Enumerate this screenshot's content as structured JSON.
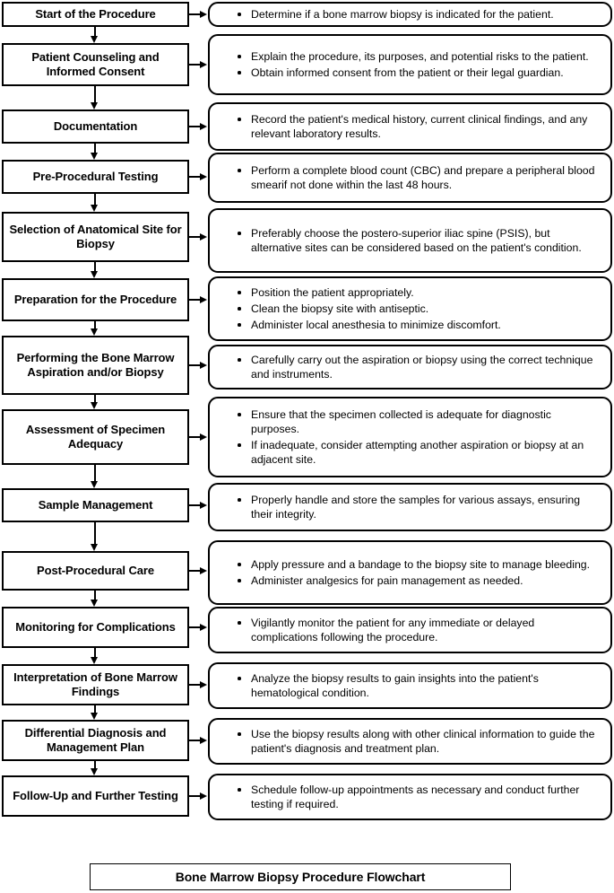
{
  "chart_data": {
    "type": "diagram",
    "title": "Bone Marrow Biopsy Procedure Flowchart",
    "orientation": "vertical",
    "node_count": 14
  },
  "footer": {
    "title": "Bone Marrow Biopsy Procedure Flowchart"
  },
  "steps": [
    {
      "label": "Start of the Procedure",
      "bullets": [
        "Determine if a bone marrow biopsy is indicated for the patient."
      ]
    },
    {
      "label": "Patient Counseling and Informed Consent",
      "bullets": [
        "Explain the procedure, its purposes, and potential risks to the patient.",
        "Obtain informed consent from the patient or their legal guardian."
      ]
    },
    {
      "label": "Documentation",
      "bullets": [
        "Record the patient's medical history, current clinical findings, and any relevant laboratory results."
      ]
    },
    {
      "label": "Pre-Procedural Testing",
      "bullets": [
        "Perform a complete blood count (CBC) and prepare a peripheral blood smearif not done within the last 48 hours."
      ]
    },
    {
      "label": "Selection of Anatomical Site for Biopsy",
      "bullets": [
        "Preferably choose the postero-superior iliac spine (PSIS), but alternative sites can be considered based on the patient's condition."
      ]
    },
    {
      "label": "Preparation for the Procedure",
      "bullets": [
        "Position the patient appropriately.",
        "Clean the biopsy site with antiseptic.",
        "Administer local anesthesia to minimize discomfort."
      ]
    },
    {
      "label": "Performing the Bone Marrow Aspiration and/or Biopsy",
      "bullets": [
        "Carefully carry out the aspiration or biopsy using the correct technique and instruments."
      ]
    },
    {
      "label": "Assessment of Specimen Adequacy",
      "bullets": [
        "Ensure that the specimen collected is adequate for diagnostic purposes.",
        "If inadequate, consider attempting another aspiration or biopsy at an adjacent site."
      ]
    },
    {
      "label": "Sample Management",
      "bullets": [
        "Properly handle and store the samples for various assays, ensuring their integrity."
      ]
    },
    {
      "label": "Post-Procedural Care",
      "bullets": [
        "Apply pressure and a bandage to the biopsy site to manage bleeding.",
        "Administer analgesics for pain management as needed."
      ]
    },
    {
      "label": "Monitoring for Complications",
      "bullets": [
        "Vigilantly monitor the patient for any immediate or delayed complications following the procedure."
      ]
    },
    {
      "label": "Interpretation of Bone Marrow Findings",
      "bullets": [
        "Analyze the biopsy results to gain insights into the patient's hematological condition."
      ]
    },
    {
      "label": "Differential Diagnosis and Management Plan",
      "bullets": [
        "Use the biopsy results along with other clinical information to guide the patient's diagnosis and treatment plan."
      ]
    },
    {
      "label": "Follow-Up and Further Testing",
      "bullets": [
        "Schedule follow-up appointments as necessary and conduct further testing if required."
      ]
    }
  ]
}
